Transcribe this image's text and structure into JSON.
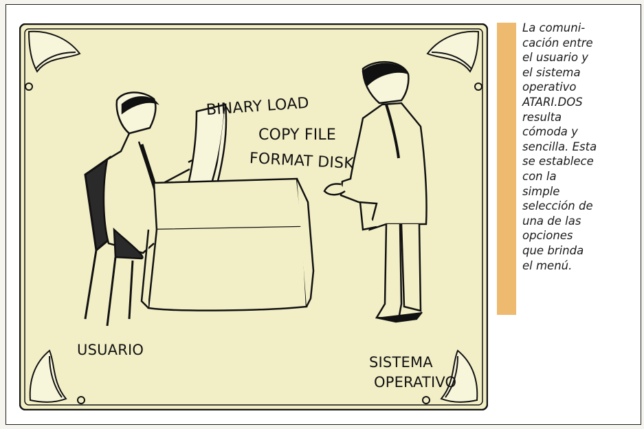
{
  "illustration": {
    "menu_options": [
      "BINARY LOAD",
      "COPY FILE",
      "FORMAT DISK"
    ],
    "user_label": "USUARIO",
    "system_label": [
      "SISTEMA",
      "OPERATIVO"
    ]
  },
  "caption": {
    "lines": [
      "La comuni-",
      "cación entre",
      "el usuario y",
      "el sistema",
      "operativo",
      "ATARI.DOS",
      "resulta",
      "cómoda y",
      "sencilla. Esta",
      "se establece",
      "con la",
      "simple",
      "selección de",
      "una de las",
      "opciones",
      "que brinda",
      "el menú."
    ]
  },
  "colors": {
    "illustration_background": "#f2efc7",
    "caption_bar": "#edba6f",
    "ink": "#111111"
  }
}
